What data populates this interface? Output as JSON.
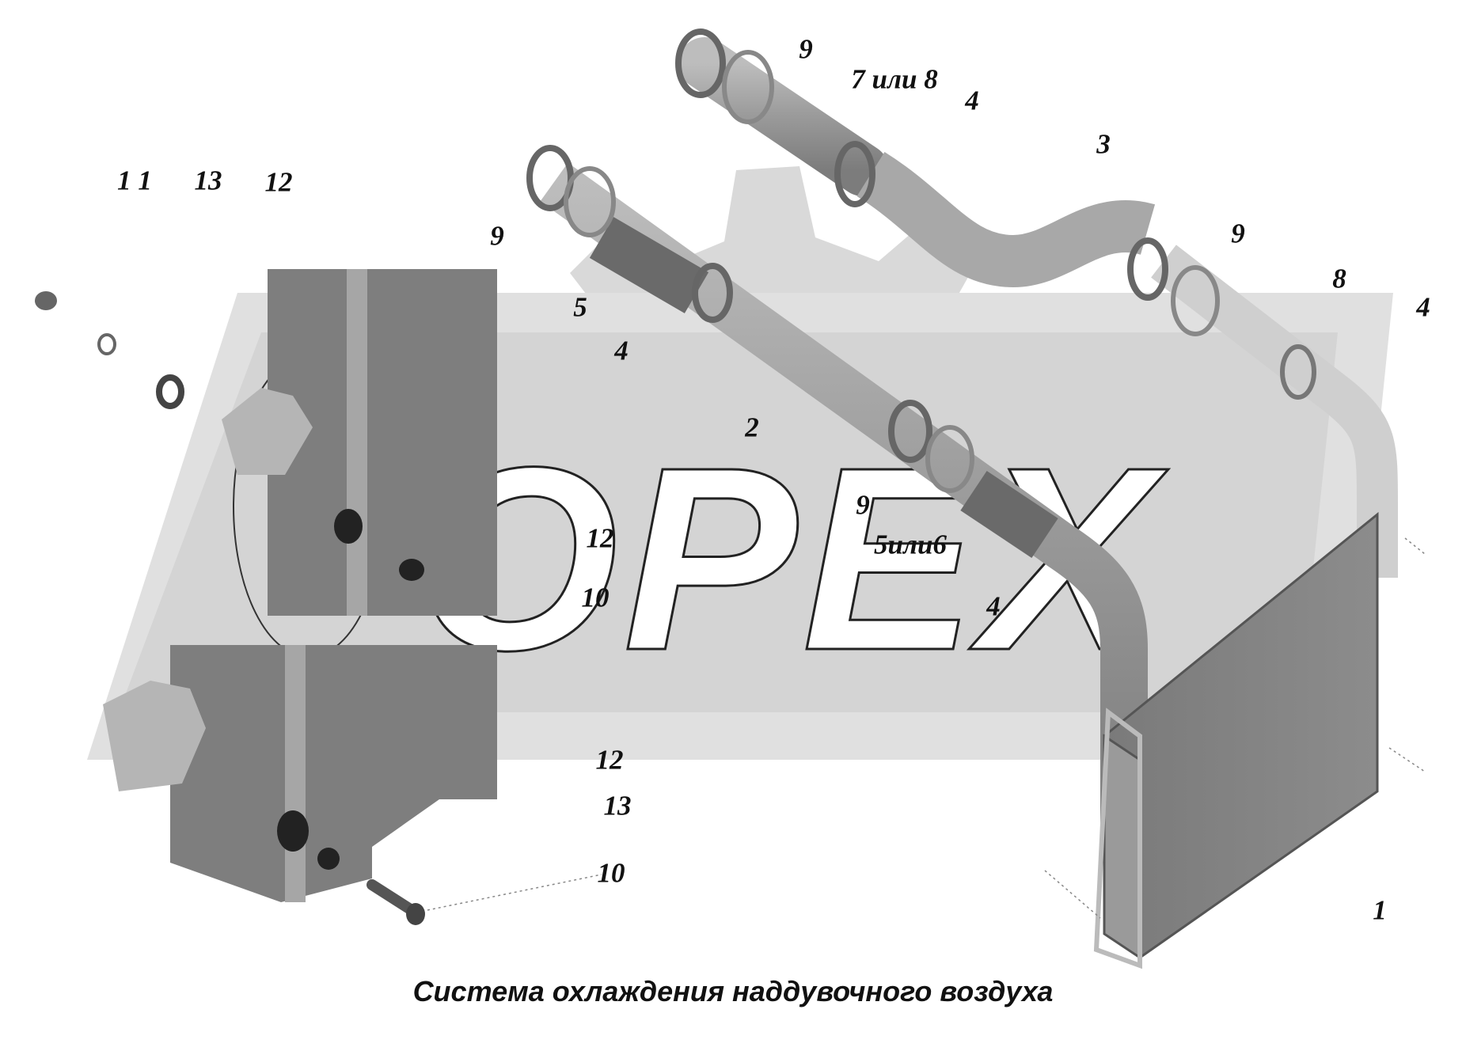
{
  "watermark": {
    "text": "OPEX"
  },
  "caption": "Система охлаждения наддувочного воздуха",
  "callouts": {
    "upper_hose_9a": "9",
    "upper_hose_7or8": "7 или 8",
    "upper_hose_4a": "4",
    "upper_pipe_3": "3",
    "right_clamp_9": "9",
    "right_hose_8": "8",
    "right_clamp_4": "4",
    "fasteners_11": "1 1",
    "fasteners_13": "13",
    "fasteners_12": "12",
    "mid_clamp_9": "9",
    "mid_hose_5": "5",
    "mid_clamp_4": "4",
    "mid_pipe_2": "2",
    "lower_clamp_9": "9",
    "lower_hose_5or6": "5или6",
    "lower_clamp_4": "4",
    "upper_bracket_12": "12",
    "upper_bracket_10": "10",
    "lower_bracket_12": "12",
    "lower_bracket_13": "13",
    "lower_bracket_10": "10",
    "radiator_1": "1"
  }
}
